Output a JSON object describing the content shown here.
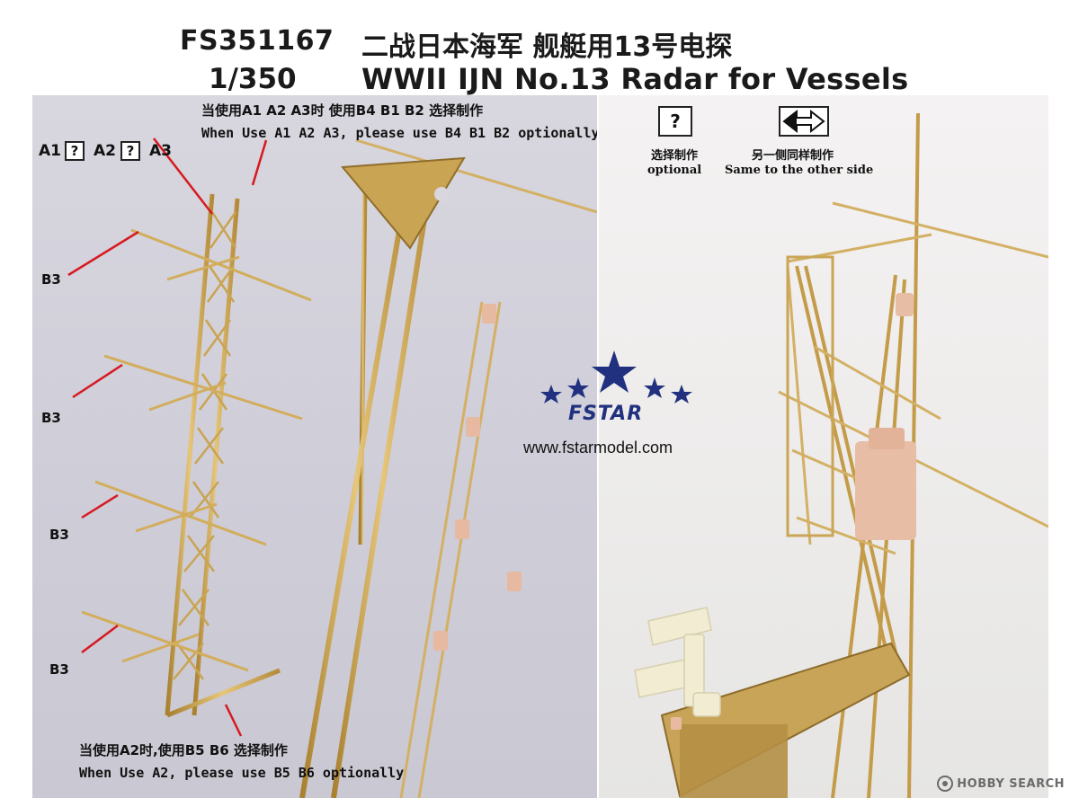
{
  "header": {
    "code": "FS351167",
    "title_cn": "二战日本海军 舰艇用13号电探",
    "scale": "1/350",
    "title_en": "WWII IJN No.13 Radar for Vessels"
  },
  "left_notes": {
    "top_cn": "当使用A1 A2 A3时 使用B4 B1 B2 选择制作",
    "top_en": "When Use A1 A2 A3, please use B4 B1 B2 optionally",
    "parts": [
      "A1",
      "A2",
      "A3"
    ],
    "qmark": "?",
    "b3": "B3",
    "bottom_cn": "当使用A2时,使用B5 B6 选择制作",
    "bottom_en": "When Use A2, please use B5 B6 optionally"
  },
  "legend": {
    "optional_symbol": "?",
    "optional_cn": "选择制作",
    "optional_en": "optional",
    "same_cn": "另一侧同样制作",
    "same_en": "Same to the other side"
  },
  "brand": {
    "name": "FSTAR",
    "url": "www.fstarmodel.com",
    "color": "#22317f"
  },
  "watermark": {
    "text": "HOBBY SEARCH"
  }
}
